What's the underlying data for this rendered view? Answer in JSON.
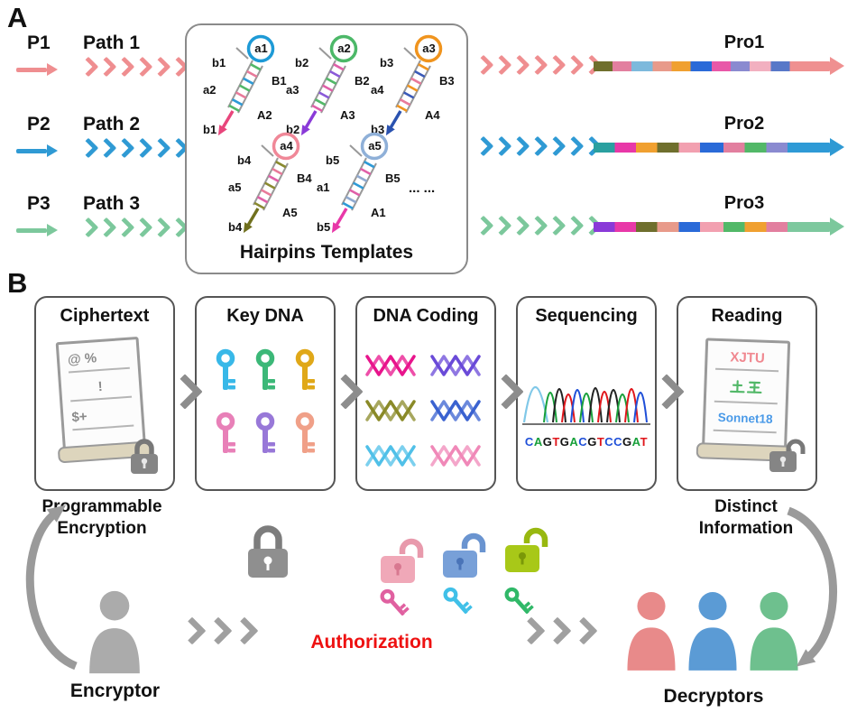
{
  "panelA": {
    "label": "A",
    "rows": [
      {
        "p_label": "P1",
        "path_label": "Path 1",
        "pro_label": "Pro1",
        "color": "#ef8e90"
      },
      {
        "p_label": "P2",
        "path_label": "Path 2",
        "pro_label": "Pro2",
        "color": "#2f9ad4"
      },
      {
        "p_label": "P3",
        "path_label": "Path 3",
        "pro_label": "Pro3",
        "color": "#7cc89c"
      }
    ],
    "box_title": "Hairpins Templates",
    "ellipsis": "... ...",
    "hairpins": [
      {
        "loop": "a1",
        "top": "b1",
        "left": "a2",
        "right": "B1",
        "bottom_right": "A2",
        "tail": "b1",
        "loop_color": "#1e9ad6",
        "tail_color": "#e8467c"
      },
      {
        "loop": "a2",
        "top": "b2",
        "left": "a3",
        "right": "B2",
        "bottom_right": "A3",
        "tail": "b2",
        "loop_color": "#4cb868",
        "tail_color": "#8a3ad8"
      },
      {
        "loop": "a3",
        "top": "b3",
        "left": "a4",
        "right": "B3",
        "bottom_right": "A4",
        "tail": "b3",
        "loop_color": "#f0941e",
        "tail_color": "#2a52b0"
      },
      {
        "loop": "a4",
        "top": "b4",
        "left": "a5",
        "right": "B4",
        "bottom_right": "A5",
        "tail": "b4",
        "loop_color": "#f08898",
        "tail_color": "#70701e"
      },
      {
        "loop": "a5",
        "top": "b5",
        "left": "a1",
        "right": "B5",
        "bottom_right": "A1",
        "tail": "b5",
        "loop_color": "#8fb0d8",
        "tail_color": "#e838a8"
      }
    ]
  },
  "panelB": {
    "label": "B",
    "boxes": [
      {
        "title": "Ciphertext"
      },
      {
        "title": "Key DNA"
      },
      {
        "title": "DNA Coding"
      },
      {
        "title": "Sequencing"
      },
      {
        "title": "Reading"
      }
    ],
    "ciphertext_lines": [
      "@ %",
      "!",
      "$+"
    ],
    "reading_lines": [
      "XJTU",
      "土王",
      "Sonnet18"
    ],
    "sequencing": {
      "sequence": "CAGTGACGTCCGAT",
      "base_colors": {
        "A": "#18a03a",
        "C": "#1f4fd8",
        "G": "#111111",
        "T": "#e0161b"
      }
    },
    "caption_left_1": "Programmable",
    "caption_left_2": "Encryption",
    "caption_right_1": "Distinct",
    "caption_right_2": "Information",
    "authorization": "Authorization",
    "encryptor": "Encryptor",
    "decryptors": "Decryptors",
    "colors": {
      "authorization": "#ee1111",
      "encryptor": "#ababab",
      "decryptors": [
        "#e88a8a",
        "#5b9bd5",
        "#6ec08e"
      ],
      "locks_open": [
        "#f0a8b8",
        "#78a0d8",
        "#a8c818"
      ]
    }
  }
}
